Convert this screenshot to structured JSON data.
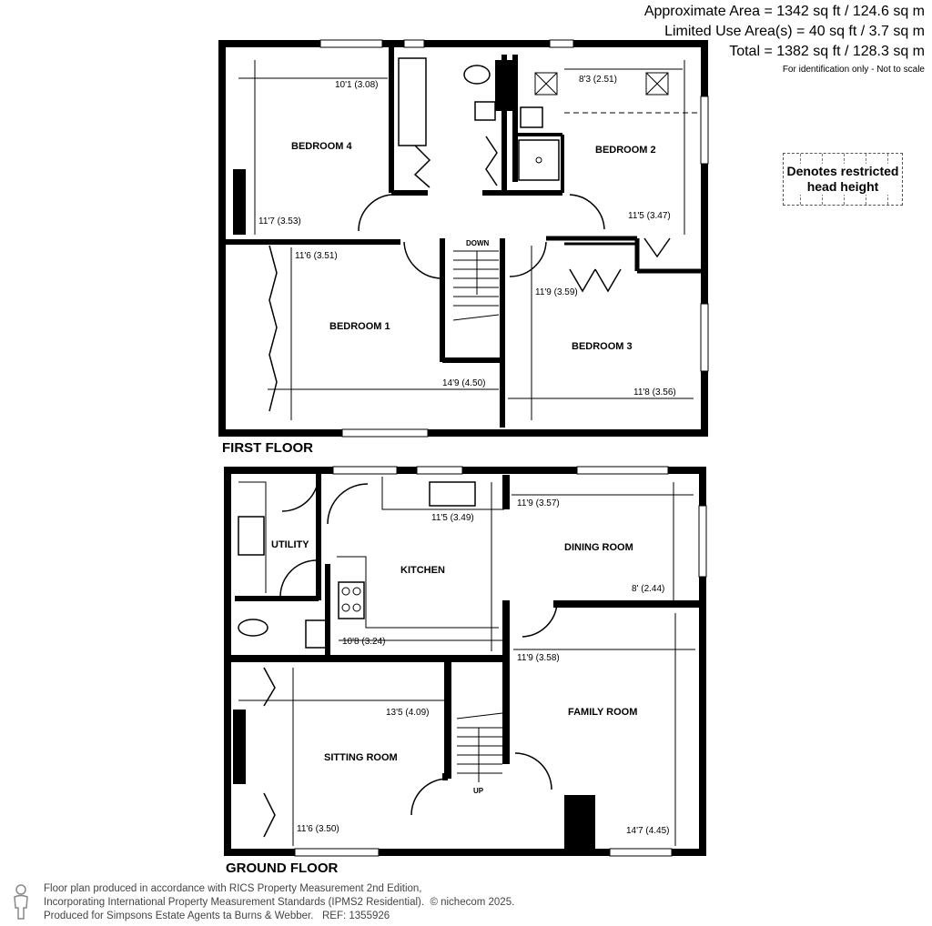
{
  "area": {
    "approximate": "Approximate Area = 1342 sq ft / 124.6 sq m",
    "limited_use": "Limited Use Area(s) = 40 sq ft / 3.7 sq m",
    "total": "Total = 1382 sq ft / 128.3 sq m",
    "note": "For identification only - Not to scale"
  },
  "legend": {
    "line1": "Denotes restricted",
    "line2": "head height"
  },
  "floors": {
    "first": "FIRST FLOOR",
    "ground": "GROUND FLOOR"
  },
  "first_floor": {
    "rooms": {
      "bedroom4": "BEDROOM 4",
      "bedroom2": "BEDROOM 2",
      "bedroom1": "BEDROOM 1",
      "bedroom3": "BEDROOM 3"
    },
    "stairs": "DOWN",
    "dims": {
      "b4_w": "10'1 (3.08)",
      "b4_h": "11'7 (3.53)",
      "b2_w": "8'3 (2.51)",
      "b2_h": "11'5 (3.47)",
      "b1_h": "11'6 (3.51)",
      "b1_w": "14'9 (4.50)",
      "b3_h": "11'9 (3.59)",
      "b3_w": "11'8 (3.56)"
    }
  },
  "ground_floor": {
    "rooms": {
      "utility": "UTILITY",
      "kitchen": "KITCHEN",
      "dining": "DINING ROOM",
      "sitting": "SITTING ROOM",
      "family": "FAMILY ROOM"
    },
    "stairs": "UP",
    "dims": {
      "k_w": "11'5 (3.49)",
      "k_h": "10'8 (3.24)",
      "d_w": "11'9 (3.57)",
      "d_h": "8' (2.44)",
      "f_w": "11'9 (3.58)",
      "f_h": "14'7 (4.45)",
      "s_w": "13'5 (4.09)",
      "s_h": "11'6 (3.50)"
    }
  },
  "footer": {
    "line1": "Floor plan produced in accordance with RICS Property Measurement 2nd Edition,",
    "line2": "Incorporating International Property Measurement Standards (IPMS2 Residential).",
    "copyright": "© nichecom 2025.",
    "line3": "Produced for Simpsons Estate Agents ta Burns & Webber.",
    "ref": "REF:  1355926"
  }
}
